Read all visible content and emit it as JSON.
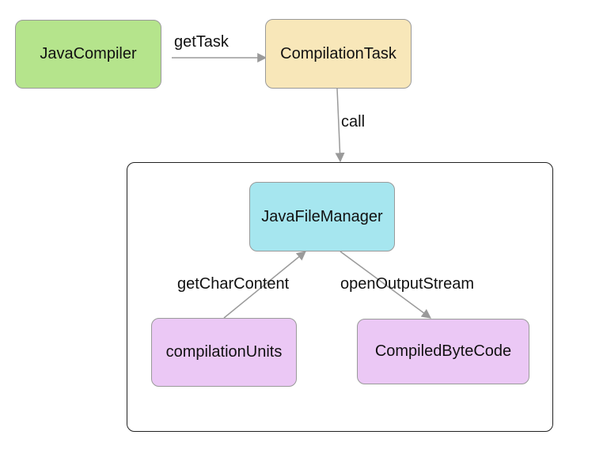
{
  "nodes": {
    "java_compiler": {
      "label": "JavaCompiler",
      "color": "#b5e48c"
    },
    "compilation_task": {
      "label": "CompilationTask",
      "color": "#f8e7b9"
    },
    "java_file_manager": {
      "label": "JavaFileManager",
      "color": "#a6e6ef"
    },
    "compilation_units": {
      "label": "compilationUnits",
      "color": "#ebc8f5"
    },
    "compiled_byte_code": {
      "label": "CompiledByteCode",
      "color": "#ebc8f5"
    }
  },
  "edges": {
    "get_task": {
      "label": "getTask"
    },
    "call": {
      "label": "call"
    },
    "get_char_content": {
      "label": "getCharContent"
    },
    "open_output_stream": {
      "label": "openOutputStream"
    }
  },
  "colors": {
    "edge": "#9a9a9a",
    "node_border": "#9a9a9a",
    "container_border": "#222222"
  }
}
